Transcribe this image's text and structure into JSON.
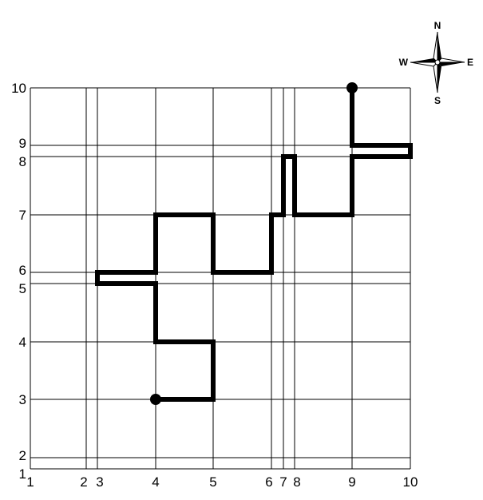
{
  "grid": {
    "x_lines": [
      {
        "label": "1"
      },
      {
        "label": "2"
      },
      {
        "label": "3"
      },
      {
        "label": "4"
      },
      {
        "label": "5"
      },
      {
        "label": "6"
      },
      {
        "label": "7"
      },
      {
        "label": "8"
      },
      {
        "label": "9"
      },
      {
        "label": "10"
      }
    ],
    "y_lines": [
      {
        "label": "1"
      },
      {
        "label": "2"
      },
      {
        "label": "3"
      },
      {
        "label": "4"
      },
      {
        "label": "5"
      },
      {
        "label": "6"
      },
      {
        "label": "7"
      },
      {
        "label": "8"
      },
      {
        "label": "9"
      },
      {
        "label": "10"
      }
    ]
  },
  "path": {
    "points": [
      [
        "4",
        "3"
      ],
      [
        "5",
        "3"
      ],
      [
        "5",
        "4"
      ],
      [
        "4",
        "4"
      ],
      [
        "4",
        "5"
      ],
      [
        "3",
        "5"
      ],
      [
        "3",
        "6"
      ],
      [
        "4",
        "6"
      ],
      [
        "4",
        "7"
      ],
      [
        "5",
        "7"
      ],
      [
        "5",
        "6"
      ],
      [
        "6",
        "6"
      ],
      [
        "6",
        "7"
      ],
      [
        "7",
        "7"
      ],
      [
        "7",
        "8"
      ],
      [
        "8",
        "8"
      ],
      [
        "8",
        "7"
      ],
      [
        "9",
        "7"
      ],
      [
        "9",
        "8"
      ],
      [
        "10",
        "8"
      ],
      [
        "10",
        "9"
      ],
      [
        "9",
        "9"
      ],
      [
        "9",
        "10"
      ]
    ],
    "start": [
      "4",
      "3"
    ],
    "end": [
      "9",
      "10"
    ]
  },
  "compass": {
    "n": "N",
    "s": "S",
    "e": "E",
    "w": "W"
  }
}
